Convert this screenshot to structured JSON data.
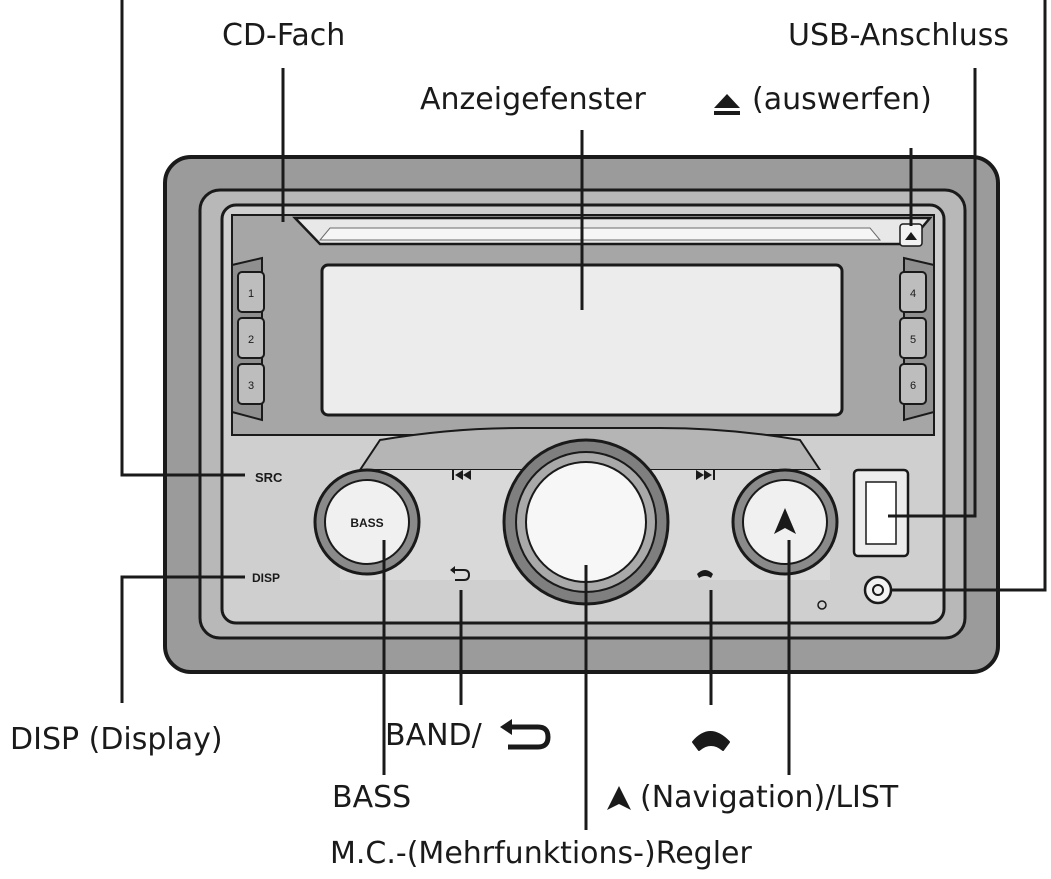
{
  "labels": {
    "cd_slot": "CD-Fach",
    "usb_port": "USB-Anschluss",
    "display_window": "Anzeigefenster",
    "eject": "(auswerfen)",
    "disp": "DISP (Display)",
    "band": "BAND/",
    "bass": "BASS",
    "phone_symbol": "",
    "nav_list": "(Navigation)/LIST",
    "mc_dial": "M.C.-(Mehrfunktions-)Regler"
  },
  "panel": {
    "src": "SRC",
    "disp": "DISP",
    "bass": "BASS",
    "preset_left": [
      "1",
      "2",
      "3"
    ],
    "preset_right": [
      "4",
      "5",
      "6"
    ]
  },
  "icons": {
    "eject": "eject-icon",
    "back": "back-arrow-icon",
    "phone": "phone-icon",
    "navigation": "navigation-arrow-icon",
    "prev": "previous-track-icon",
    "next": "next-track-icon"
  },
  "colors": {
    "bezel": "#9b9b9b",
    "panel": "#cfcfcf",
    "display": "#ececec",
    "outline": "#1a1a1a"
  }
}
